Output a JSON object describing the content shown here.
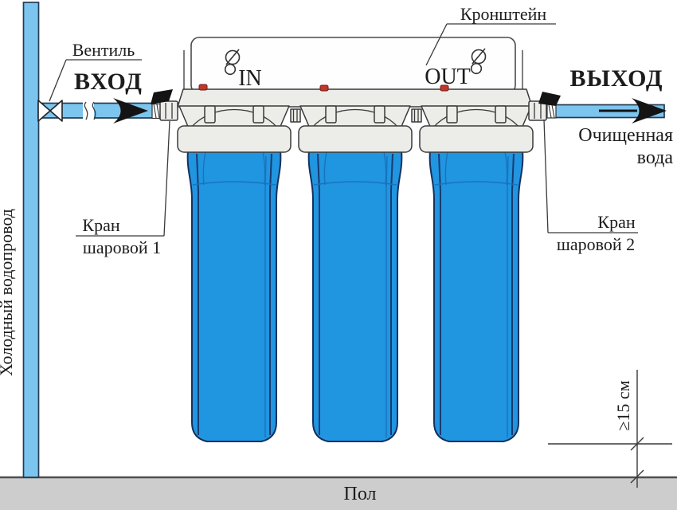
{
  "diagram": {
    "labels": {
      "valve": "Вентиль",
      "inlet": "ВХОД",
      "bracket": "Кронштейн",
      "port_in": "IN",
      "port_out": "OUT",
      "outlet": "ВЫХОД",
      "purified_1": "Очищенная",
      "purified_2": "вода",
      "ball_valve_1_l1": "Кран",
      "ball_valve_1_l2": "шаровой 1",
      "ball_valve_2_l1": "Кран",
      "ball_valve_2_l2": "шаровой 2",
      "cold_water_pipe": "Холодный водопровод",
      "floor": "Пол",
      "min_clearance": "≥15 см"
    },
    "colors": {
      "pipeFill": "#7cc5ee",
      "pipeStroke": "#223a55",
      "bodyFill": "#2095e0",
      "bodyStroke": "#14305f",
      "ribStroke": "#1a3a70",
      "headFill": "#ecece8",
      "headStroke": "#3a3a3a",
      "bracketFill": "#fefefe",
      "bracketStroke": "#4a4a4a",
      "floorFill": "#cdcdcd",
      "floorStroke": "#4f4f4f",
      "capRed": "#c2372b",
      "ink": "#1c1c1c",
      "line": "#3a3a3a"
    }
  }
}
